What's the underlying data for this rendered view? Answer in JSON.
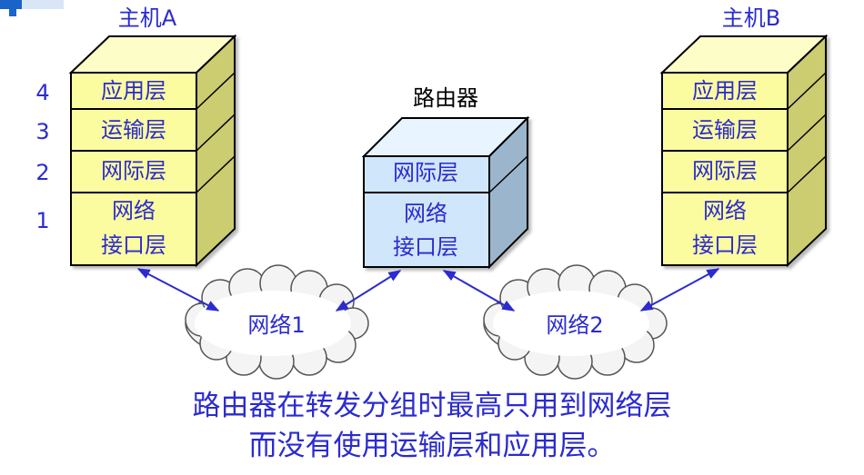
{
  "hostA": {
    "title": "主机A",
    "layers": [
      "应用层",
      "运输层",
      "网际层",
      "网络",
      "接口层"
    ]
  },
  "router": {
    "title": "路由器",
    "layers": [
      "网际层",
      "网络",
      "接口层"
    ]
  },
  "hostB": {
    "title": "主机B",
    "layers": [
      "应用层",
      "运输层",
      "网际层",
      "网络",
      "接口层"
    ]
  },
  "layer_numbers": [
    "4",
    "3",
    "2",
    "1"
  ],
  "networks": [
    "网络1",
    "网络2"
  ],
  "caption": {
    "line1": "路由器在转发分组时最高只用到网络层",
    "line2": "而没有使用运输层和应用层。"
  },
  "colors": {
    "host_front": "#fbfba0",
    "host_top": "#fdfdc8",
    "host_side": "#cccc70",
    "router_front": "#cfe6fb",
    "router_top": "#e8f4ff",
    "router_side": "#9bb6cc",
    "text_blue": "#2b2bd0",
    "accent_bar": "#1a63c9"
  }
}
